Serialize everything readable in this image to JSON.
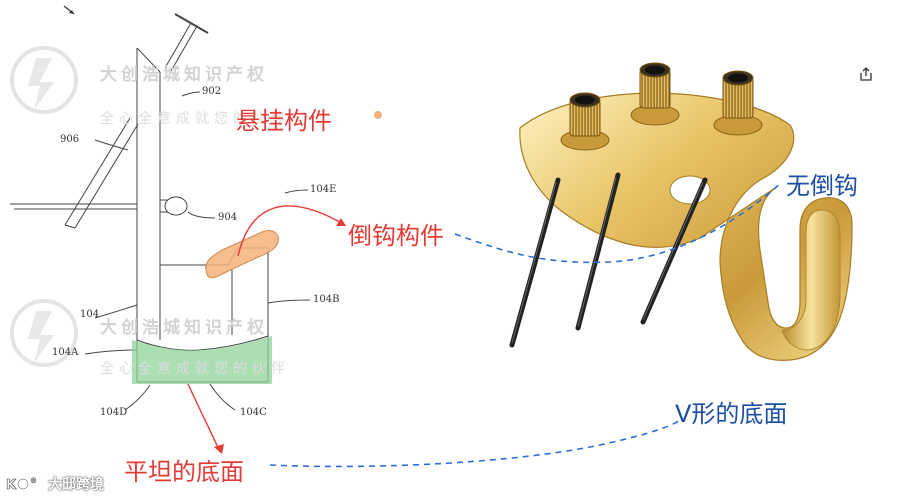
{
  "labels": {
    "hanging_member": "悬挂构件",
    "barb_member": "倒钩构件",
    "no_barb": "无倒钩",
    "v_bottom": "V形的底面",
    "flat_bottom": "平坦的底面"
  },
  "ref_numbers": {
    "n902": "902",
    "n906": "906",
    "n904": "904",
    "n104e": "104E",
    "n104b": "104B",
    "n104": "104",
    "n104a": "104A",
    "n104d": "104D",
    "n104c": "104C"
  },
  "watermark": {
    "line1": "大创浩城知识产权",
    "line2": "全心全意成就您的伙伴",
    "line1b": "大创浩城知识产权",
    "line2b": "全心全意成就您的伙伴"
  },
  "brand": {
    "name": "大邸跨境"
  },
  "colors": {
    "red": "#e43b36",
    "blue_dashed": "#2e6fd4",
    "green_highlight": "#8fd49a",
    "orange_highlight": "#f4b27a",
    "gold": "#d9b14f"
  }
}
